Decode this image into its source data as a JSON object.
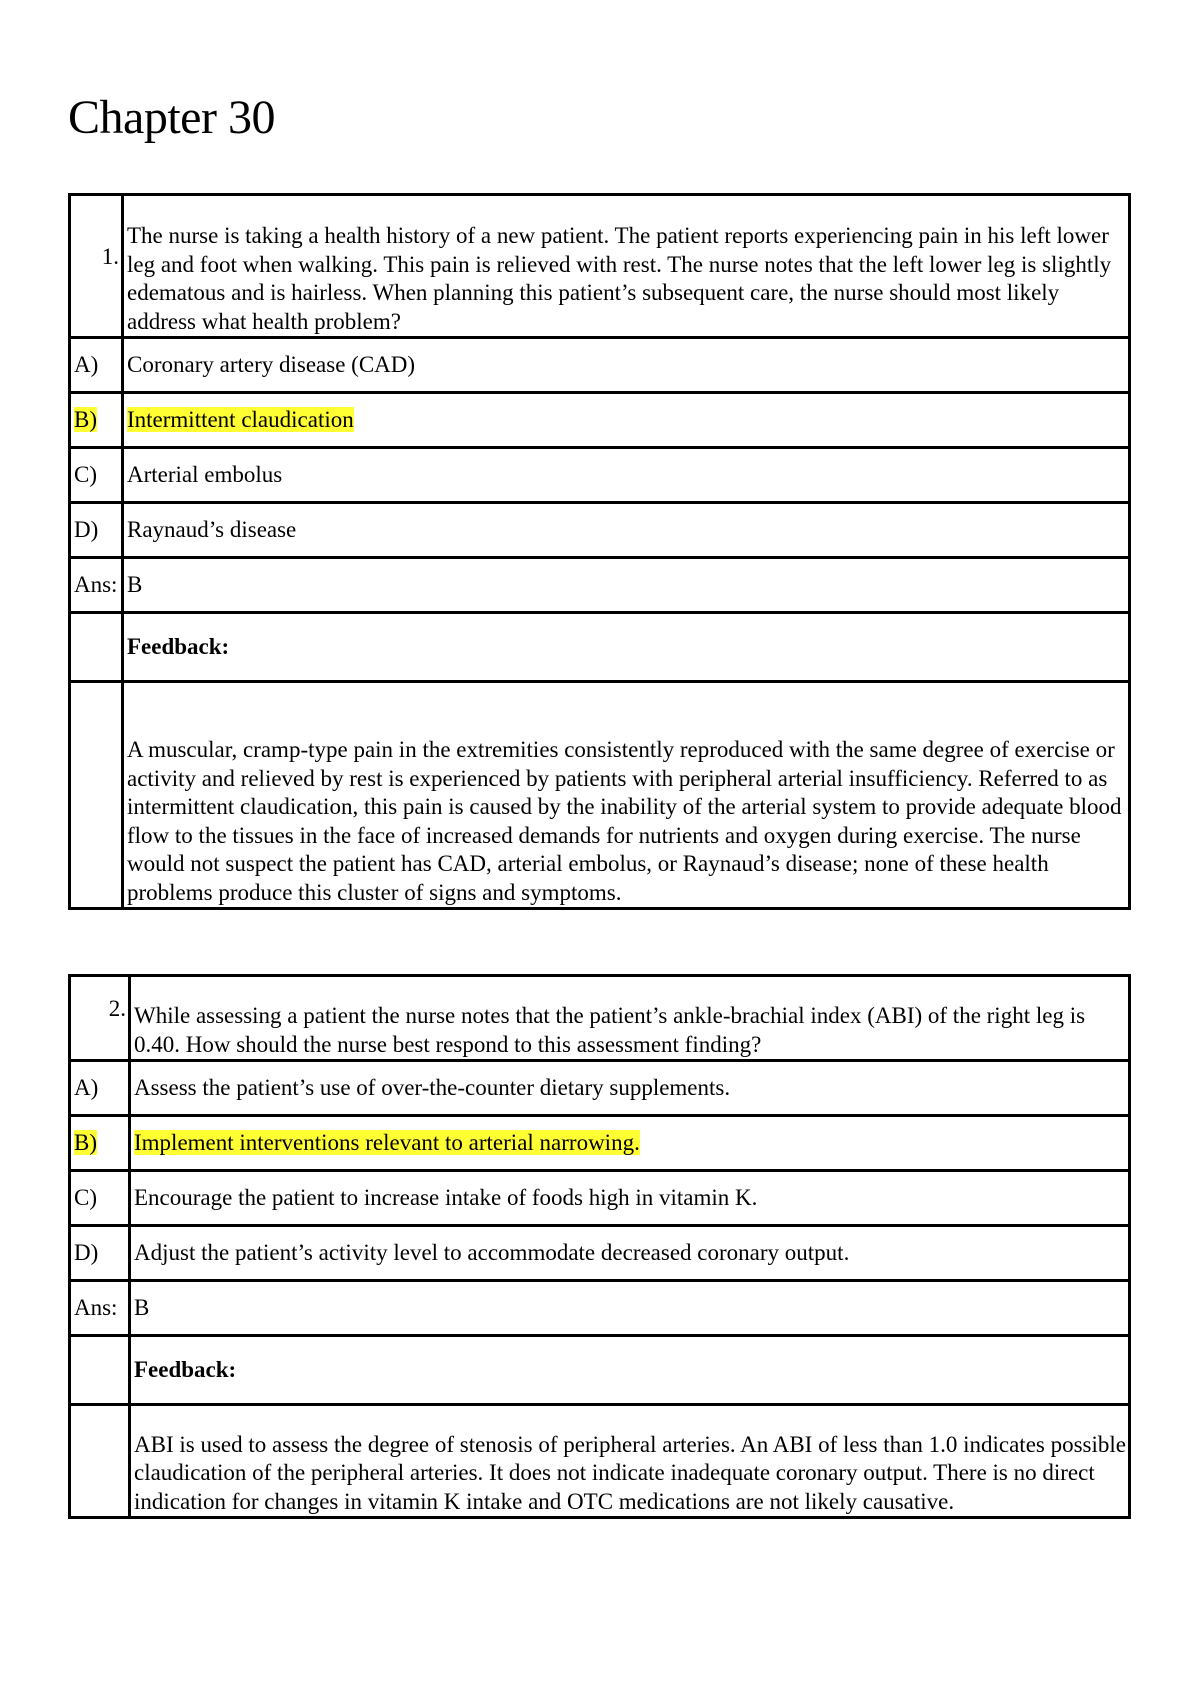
{
  "page": {
    "title": "Chapter 30"
  },
  "questions": [
    {
      "number": "1.",
      "stem": "The nurse is taking a health history of a new patient. The patient reports experiencing pain in his left lower leg and foot when walking. This pain is relieved with rest. The nurse notes that the left lower leg is slightly edematous and is hairless. When planning this patient’s subsequent care, the nurse should most likely address what health problem?",
      "options": [
        {
          "label": "A)",
          "text": "Coronary artery disease (CAD)"
        },
        {
          "label": "B)",
          "text": "Intermittent claudication"
        },
        {
          "label": "C)",
          "text": "Arterial embolus"
        },
        {
          "label": "D)",
          "text": "Raynaud’s disease"
        }
      ],
      "answer_label": "Ans:",
      "answer": "B",
      "feedback_label": "Feedback:",
      "feedback": "A muscular, cramp-type pain in the extremities consistently reproduced with the same degree of exercise or activity and relieved by rest is experienced by patients with peripheral arterial insufficiency. Referred to as intermittent claudication, this pain is caused by the inability of the arterial system to provide adequate blood flow to the tissues in the face of increased demands for nutrients and oxygen during exercise. The nurse would not suspect the patient has CAD, arterial embolus, or Raynaud’s disease; none of these health problems produce this cluster of signs and symptoms."
    },
    {
      "number": "2.",
      "stem": "While assessing a patient the nurse notes that the patient’s ankle-brachial index (ABI) of the right leg is 0.40. How should the nurse best respond to this assessment finding?",
      "options": [
        {
          "label": "A)",
          "text": "Assess the patient’s use of over-the-counter dietary supplements."
        },
        {
          "label": "B)",
          "text": "Implement interventions relevant to arterial narrowing."
        },
        {
          "label": "C)",
          "text": "Encourage the patient to increase intake of foods high in vitamin K."
        },
        {
          "label": "D)",
          "text": "Adjust the patient’s activity level to accommodate decreased coronary output."
        }
      ],
      "answer_label": "Ans:",
      "answer": "B",
      "feedback_label": "Feedback:",
      "feedback": "ABI is used to assess the degree of stenosis of peripheral arteries. An ABI of less than 1.0 indicates possible claudication of the peripheral arteries. It does not indicate inadequate coronary output. There is no direct indication for changes in vitamin K intake and OTC medications are not likely causative."
    }
  ],
  "highlight_color": "#ffff33"
}
